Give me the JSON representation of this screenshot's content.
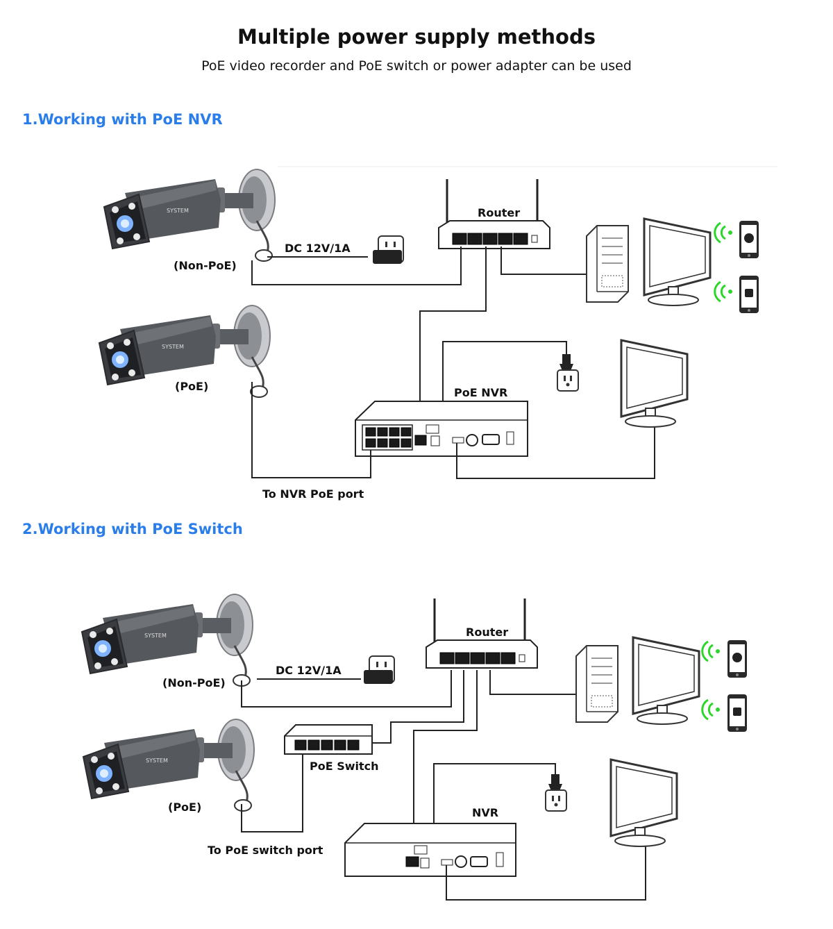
{
  "title": "Multiple power supply methods",
  "subtitle": "PoE video recorder and PoE switch or power adapter can be used",
  "section1": {
    "heading": "1.Working with PoE NVR",
    "camera_nonpoe_label": "(Non-PoE)",
    "camera_poe_label": "(PoE)",
    "dc_label": "DC 12V/1A",
    "router_label": "Router",
    "nvr_label": "PoE NVR",
    "nvr_port_label": "To NVR PoE port"
  },
  "section2": {
    "heading": "2.Working with PoE Switch",
    "camera_nonpoe_label": "(Non-PoE)",
    "camera_poe_label": "(PoE)",
    "dc_label": "DC 12V/1A",
    "router_label": "Router",
    "switch_label": "PoE Switch",
    "nvr_label": "NVR",
    "switch_port_label": "To PoE switch port"
  },
  "colors": {
    "heading_blue": "#2b7de9",
    "wifi_green": "#2bd62b",
    "camera_gray": "#4a4d52"
  }
}
